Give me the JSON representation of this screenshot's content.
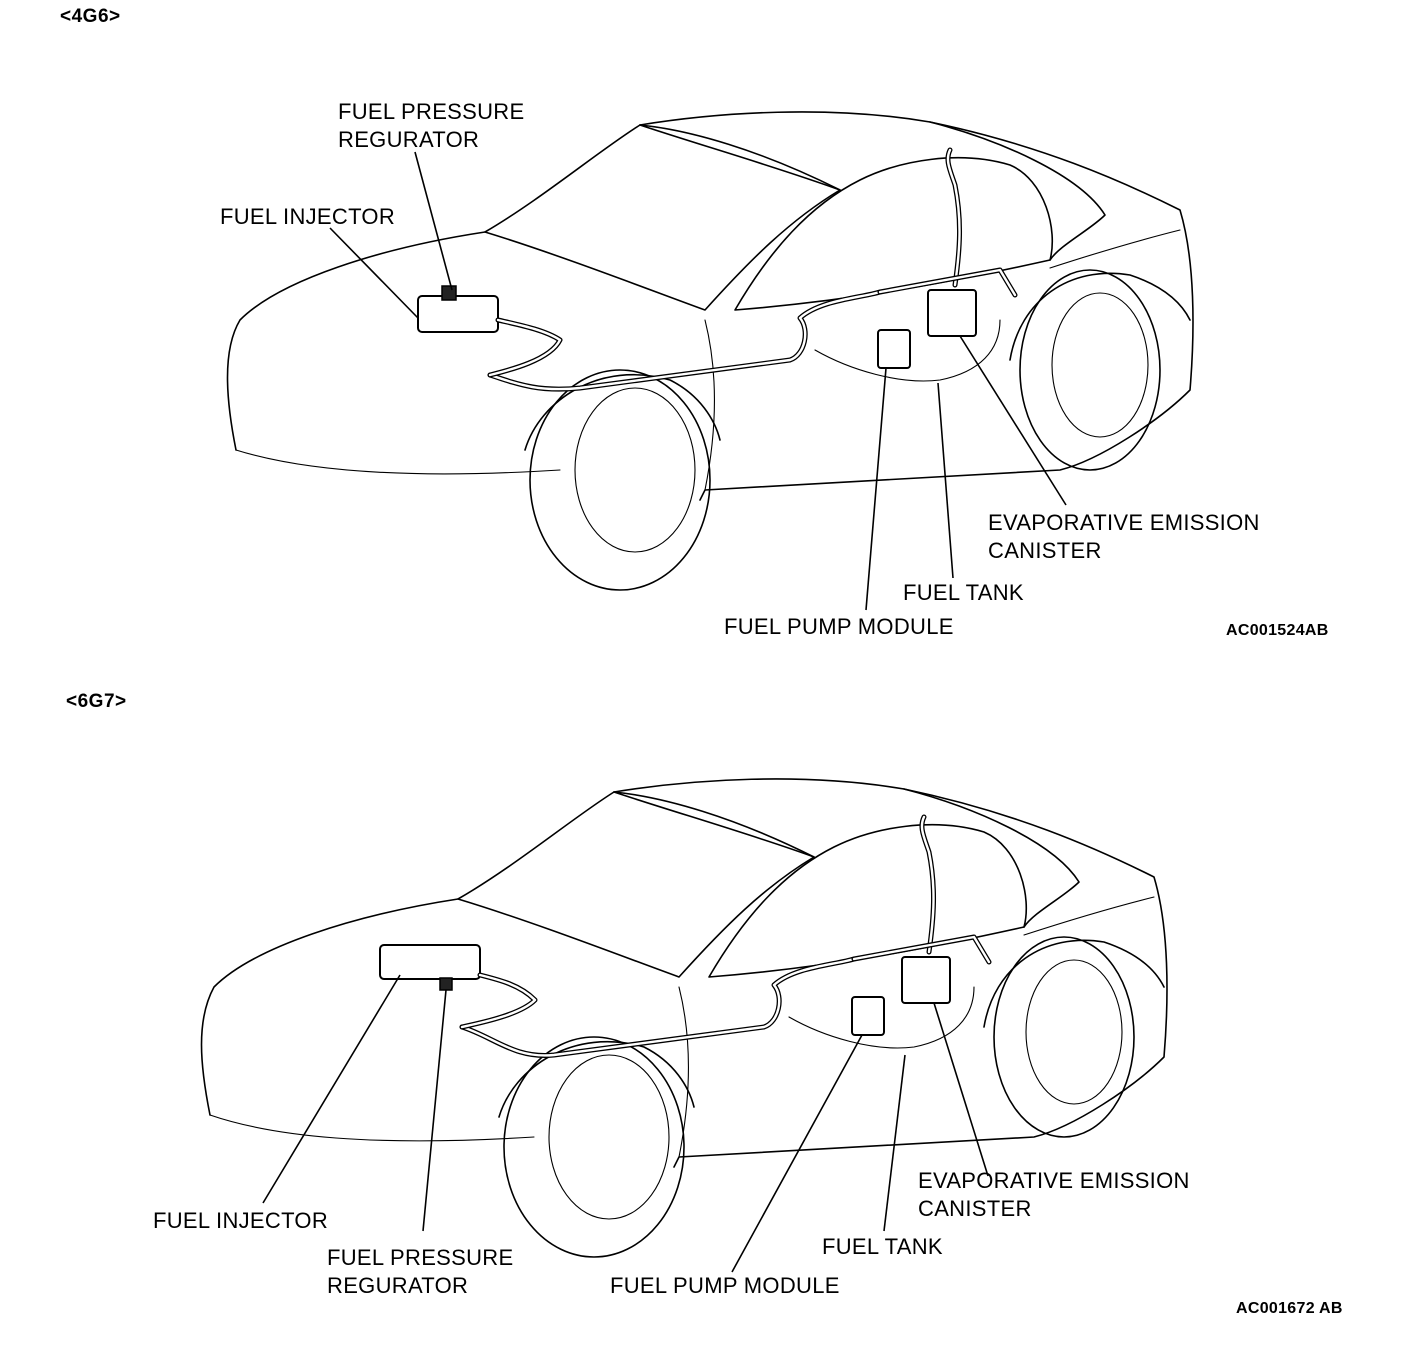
{
  "panels": [
    {
      "engine_code": "<4G6>",
      "labels": {
        "fuel_pressure_regurator": [
          "FUEL PRESSURE",
          "REGURATOR"
        ],
        "fuel_injector": [
          "FUEL INJECTOR"
        ],
        "evap_canister": [
          "EVAPORATIVE EMISSION",
          "CANISTER"
        ],
        "fuel_tank": [
          "FUEL TANK"
        ],
        "fuel_pump_module": [
          "FUEL PUMP MODULE"
        ]
      },
      "figure_id": "AC001524AB"
    },
    {
      "engine_code": "<6G7>",
      "labels": {
        "fuel_pressure_regurator": [
          "FUEL PRESSURE",
          "REGURATOR"
        ],
        "fuel_injector": [
          "FUEL INJECTOR"
        ],
        "evap_canister": [
          "EVAPORATIVE EMISSION",
          "CANISTER"
        ],
        "fuel_tank": [
          "FUEL TANK"
        ],
        "fuel_pump_module": [
          "FUEL PUMP MODULE"
        ]
      },
      "figure_id": "AC001672 AB"
    }
  ]
}
